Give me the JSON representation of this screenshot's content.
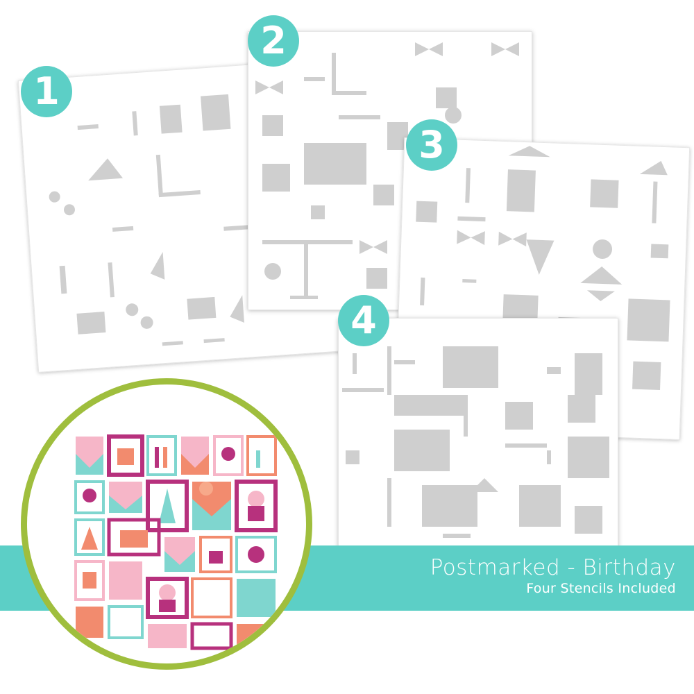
{
  "product": {
    "title": "Postmarked - Birthday",
    "subtitle": "Four Stencils Included"
  },
  "badges": [
    {
      "number": "1"
    },
    {
      "number": "2"
    },
    {
      "number": "3"
    },
    {
      "number": "4"
    }
  ],
  "colors": {
    "accent_teal": "#5ccfc6",
    "ring_green": "#9fbe3d",
    "stencil_gray": "#c9c9c9",
    "magenta": "#b7317d",
    "coral": "#f28b6e",
    "pink": "#f6b6c8",
    "mint": "#7fd6cf",
    "peach": "#f7a98a"
  },
  "icons": [
    "stencil-sheet-icon",
    "birthday-stamp-pattern-icon"
  ]
}
